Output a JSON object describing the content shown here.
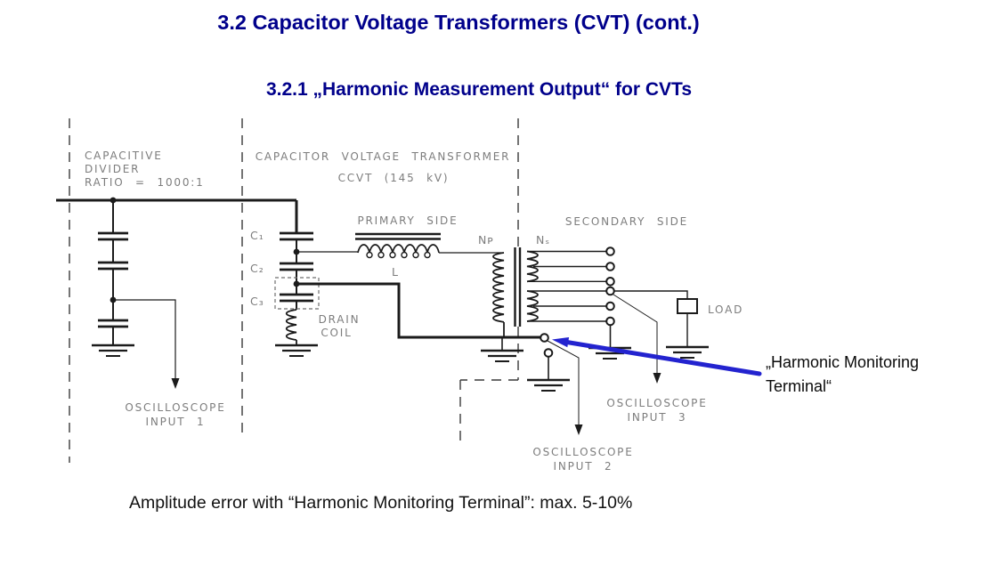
{
  "page": {
    "title": "3.2 Capacitor Voltage Transformers (CVT) (cont.)",
    "subtitle": "3.2.1 „Harmonic Measurement Output“ for CVTs",
    "caption": "Amplitude error with “Harmonic Monitoring Terminal”: max. 5-10%"
  },
  "colors": {
    "title_blue": "#00008B",
    "arrow_blue": "#2323CF",
    "label_gray": "#7D7D7D",
    "line_black": "#1B1B1B"
  },
  "diagram": {
    "divider_label": {
      "line1": "CAPACITIVE",
      "line2": "DIVIDER",
      "line3": "RATIO = 1000:1"
    },
    "cvt_label": {
      "line1": "CAPACITOR VOLTAGE TRANSFORMER",
      "line2": "CCVT (145 kV)"
    },
    "primary_side": "PRIMARY SIDE",
    "secondary_side": "SECONDARY SIDE",
    "components": {
      "c1": "C₁",
      "c2": "C₂",
      "c3": "C₃",
      "inductor": "L",
      "np": "Nᴘ",
      "ns": "Nₛ",
      "drain_coil": {
        "line1": "DRAIN",
        "line2": "COIL"
      },
      "load": "LOAD"
    },
    "oscilloscope1": {
      "line1": "OSCILLOSCOPE",
      "line2": "INPUT 1"
    },
    "oscilloscope2": {
      "line1": "OSCILLOSCOPE",
      "line2": "INPUT 2"
    },
    "oscilloscope3": {
      "line1": "OSCILLOSCOPE",
      "line2": "INPUT 3"
    },
    "annotation": {
      "line1": "„Harmonic Monitoring",
      "line2": "Terminal“"
    }
  }
}
